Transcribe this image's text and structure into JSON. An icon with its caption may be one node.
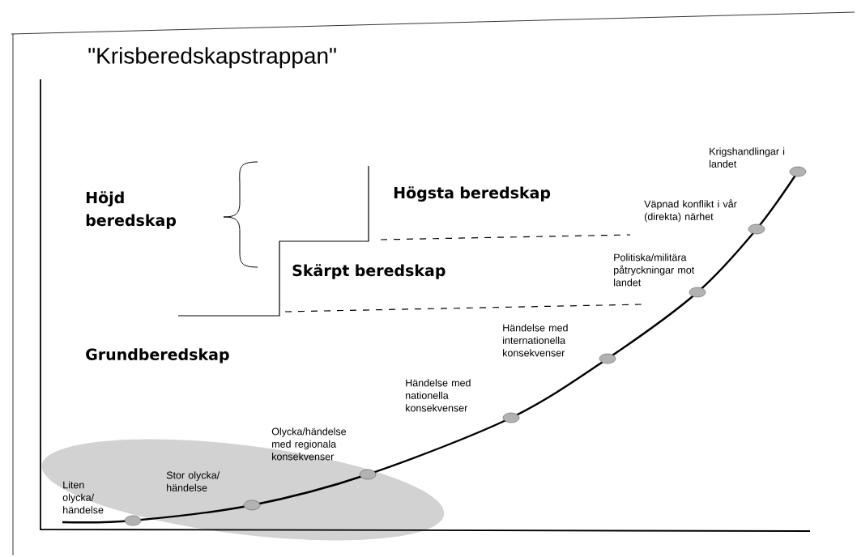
{
  "diagram": {
    "title": "\"Krisberedskapstrappan\"",
    "labels": [
      "Krigshandlingar i landet",
      "Högsta beredskap",
      "Höjd beredskap",
      "Väpnad konflikt i vår (direkta) närhet",
      "Politiska/militära påtryckningar mot landet",
      "Skärpt beredskap",
      "Händelse med internationella konsekvenser",
      "Grundberedskap",
      "Händelse med nationella konsekvenser",
      "Olycka/händelse med regionala konsekvenser",
      "Stor olycka/ händelse",
      "Liten olycka/ händelse"
    ]
  }
}
